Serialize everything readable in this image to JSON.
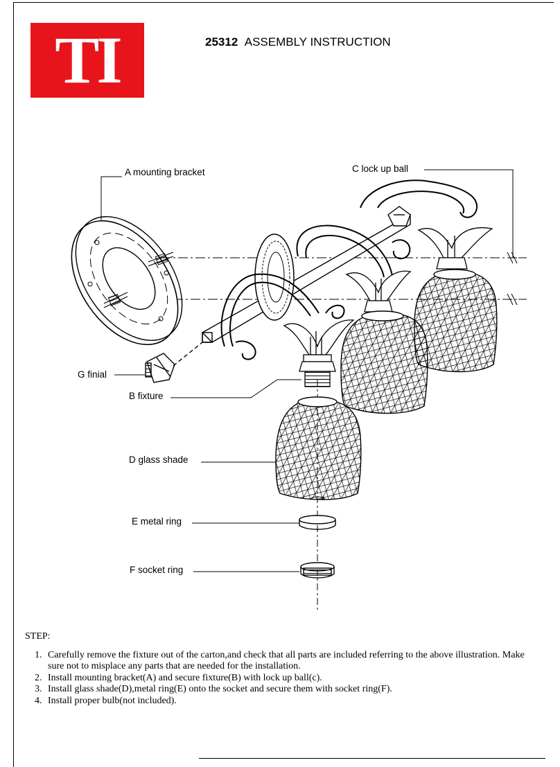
{
  "logo": {
    "text": "TI",
    "color": "#e8141c"
  },
  "header": {
    "model_number": "25312",
    "title": "ASSEMBLY INSTRUCTION"
  },
  "parts": {
    "a": "A mounting bracket",
    "c": "C  lock up ball",
    "g": "G finial",
    "b": "B  fixture",
    "d": "D  glass shade",
    "e": "E metal ring",
    "f": "F  socket ring"
  },
  "steps": {
    "heading": "STEP:",
    "items": [
      {
        "num": "1.",
        "text": "Carefully remove the fixture out of the carton,and check that all parts are included referring to the above illustration. Make sure not to misplace any parts that are needed for the installation."
      },
      {
        "num": "2.",
        "text": "Install mounting bracket(A) and secure fixture(B) with lock up ball(c)."
      },
      {
        "num": "3.",
        "text": "Install glass shade(D),metal ring(E) onto the socket and secure them with socket ring(F)."
      },
      {
        "num": "4.",
        "text": "Install proper bulb(not included)."
      }
    ]
  }
}
